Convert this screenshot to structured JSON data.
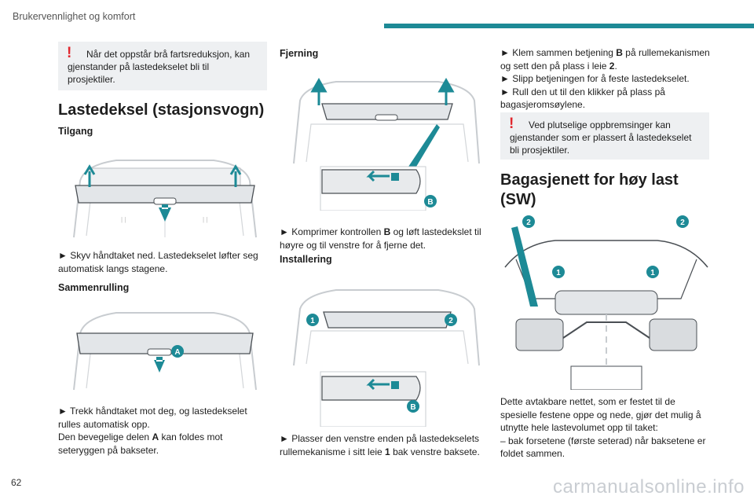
{
  "header": {
    "title": "Brukervennlighet og komfort",
    "bar_color": "#1d8a96"
  },
  "page_number": "62",
  "watermark": "carmanualsonline.info",
  "col1": {
    "note": "Når det oppstår brå fartsreduksjon, kan gjenstander på lastedekselet bli til prosjektiler.",
    "title": "Lastedeksel (stasjonsvogn)",
    "access_heading": "Tilgang",
    "access_text": "► Skyv håndtaket ned. Lastedekselet løfter seg automatisk langs stagene.",
    "rollup_heading": "Sammenrulling",
    "rollup_text_1": "► Trekk håndtaket mot deg, og lastedekselet rulles automatisk opp.",
    "rollup_text_2a": "Den bevegelige delen ",
    "rollup_text_2b": "A",
    "rollup_text_2c": " kan foldes mot seteryggen på bakseter.",
    "label_A": "A"
  },
  "col2": {
    "removal_heading": "Fjerning",
    "removal_text_a": "► Komprimer kontrollen ",
    "removal_text_b": "B",
    "removal_text_c": " og løft lastedekslet til høyre og til venstre for å fjerne det.",
    "install_heading": "Installering",
    "install_text_a": "► Plasser den venstre enden på lastedekselets rullemekanisme i sitt leie ",
    "install_text_b": "1",
    "install_text_c": " bak venstre baksete.",
    "label_B": "B",
    "label_1": "1",
    "label_2": "2"
  },
  "col3": {
    "step1_a": "► Klem sammen betjening ",
    "step1_b": "B",
    "step1_c": " på rullemekanismen og sett den på plass i leie ",
    "step1_d": "2",
    "step1_e": ".",
    "step2": "► Slipp betjeningen for å feste lastedekselet.",
    "step3": "► Rull den ut til den klikker på plass på bagasjeromsøylene.",
    "note": "Ved plutselige oppbremsinger kan gjenstander som er plassert å lastedekselet bli prosjektiler.",
    "title": "Bagasjenett for høy last (SW)",
    "net_text": "Dette avtakbare nettet, som er festet til de spesielle festene oppe og nede, gjør det mulig å utnytte hele lastevolumet opp til taket:",
    "net_item": "– bak forsetene (første seterad) når baksetene er foldet sammen.",
    "label_1": "1",
    "label_2": "2"
  },
  "colors": {
    "accent": "#1d8a96",
    "warning": "#e1262d",
    "note_bg": "#eef0f2"
  }
}
